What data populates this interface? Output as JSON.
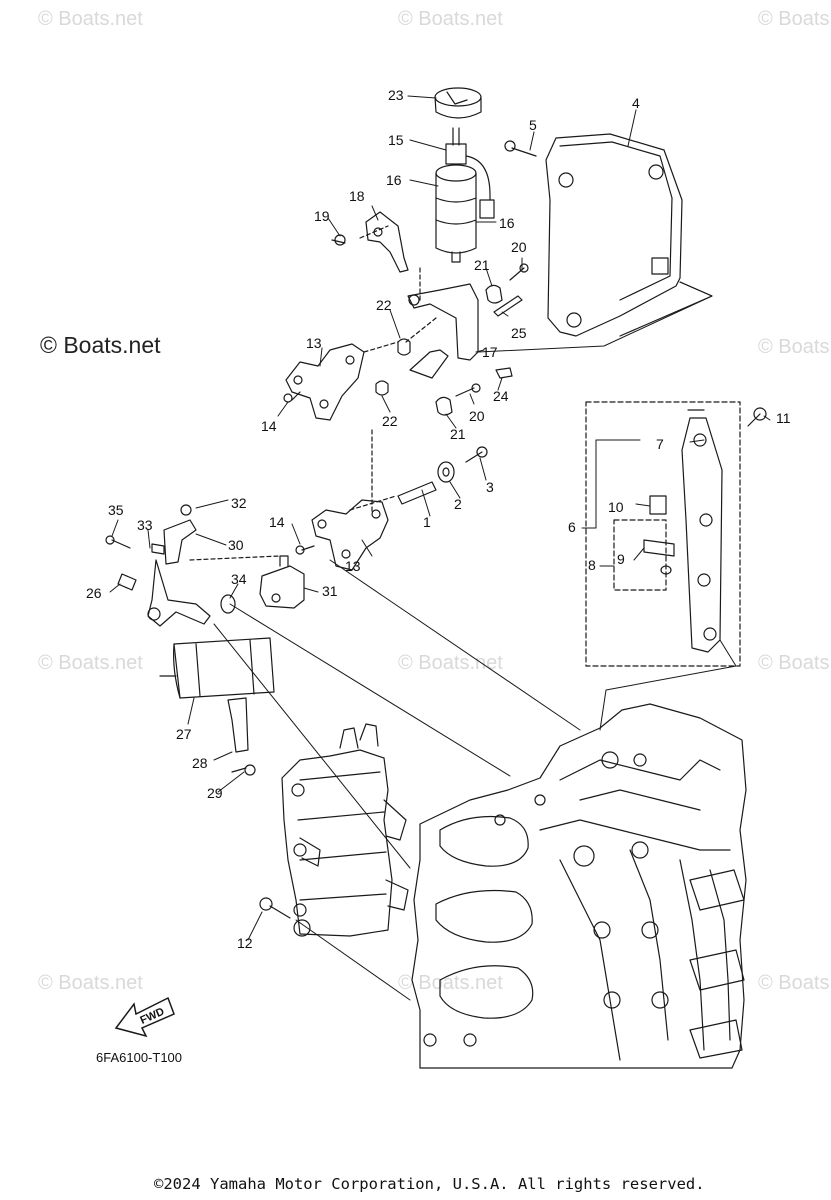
{
  "watermark": {
    "site": "Boats.net",
    "copyright_symbol": "©"
  },
  "diagram": {
    "code": "6FA6100-T100",
    "fwd_label": "FWD",
    "copyright": "©2024 Yamaha Motor Corporation, U.S.A. All rights reserved.",
    "callouts": [
      "1",
      "2",
      "3",
      "4",
      "5",
      "6",
      "7",
      "8",
      "9",
      "10",
      "11",
      "12",
      "13",
      "13",
      "14",
      "14",
      "15",
      "16",
      "16",
      "17",
      "18",
      "19",
      "20",
      "20",
      "21",
      "21",
      "22",
      "22",
      "23",
      "24",
      "25",
      "26",
      "27",
      "28",
      "29",
      "30",
      "31",
      "32",
      "33",
      "34",
      "35"
    ]
  },
  "colors": {
    "line": "#1a1a1a",
    "watermark": "#d9d9d9"
  }
}
